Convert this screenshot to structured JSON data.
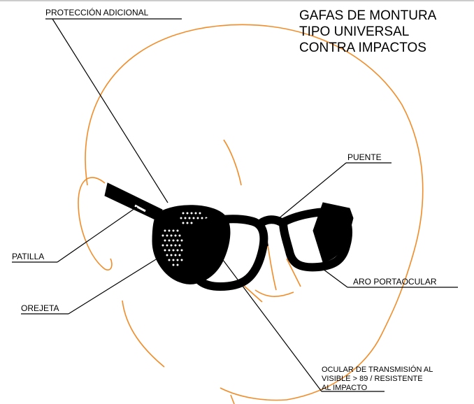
{
  "title": {
    "lines": [
      "GAFAS DE MONTURA",
      "TIPO UNIVERSAL",
      "CONTRA IMPACTOS"
    ]
  },
  "labels": {
    "proteccion": "PROTECCIÓN ADICIONAL",
    "puente": "PUENTE",
    "patilla": "PATILLA",
    "orejeta": "OREJETA",
    "aro": "ARO PORTAOCULAR",
    "ocular": [
      "OCULAR DE TRANSMISIÓN AL",
      "VISIBLE > 89 / RESISTENTE",
      "AL IMPACTO"
    ]
  },
  "colors": {
    "head_outline": "#F28C28",
    "ink": "#000000"
  }
}
